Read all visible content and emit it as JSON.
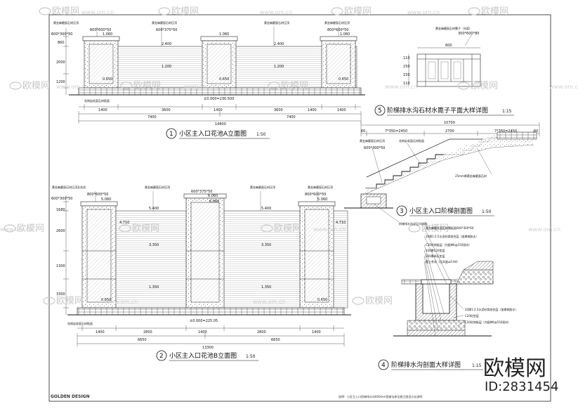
{
  "watermark": {
    "logo_text": "欧模网",
    "url": "www.om.cn",
    "brand": "欧模网",
    "id_label": "ID:2831454"
  },
  "footer": {
    "brand": "GOLDEN DESIGN",
    "note": "说明：小区主入口阶梯排水沟600mm宽做法参见施工图设计总说明"
  },
  "drawings": [
    {
      "num": "1",
      "title": "小区主入口花池A立面图",
      "scale": "1:50"
    },
    {
      "num": "2",
      "title": "小区主入口花池B立面图",
      "scale": "1:50"
    },
    {
      "num": "3",
      "title": "小区主入口阶梯剖面图",
      "scale": "1:50"
    },
    {
      "num": "4",
      "title": "阶梯排水沟剖面大样详图",
      "scale": "1:15"
    },
    {
      "num": "5",
      "title": "阶梯排水沟石材水篦子平面大样详图",
      "scale": "1:15"
    }
  ],
  "elevation_a": {
    "top_notes": [
      "黄金麻磨面石材压顶",
      "黄金麻磨面石材压顶",
      "黄金麻磨面石材压顶",
      "黄金麻磨面石材压顶"
    ],
    "cap_sizes": [
      "800*600*50",
      "600*375*50",
      "800*600*50"
    ],
    "levels": [
      "1.060",
      "1.060",
      "1.060",
      "2.400",
      "2.400",
      "1.200",
      "1.200",
      "0.650",
      "0.650",
      "0.650"
    ],
    "base_level": "±0.000=230.500",
    "left_dims": [
      "600*300*50",
      "860",
      "2000",
      "1200"
    ],
    "bottom_dims": [
      "1400",
      "3600",
      "1400",
      "3600",
      "1400",
      "1400"
    ],
    "half_totals": [
      "7400",
      "7400"
    ],
    "total": "14800",
    "side_note": "花岗岩毛面石材贴面"
  },
  "elevation_b": {
    "top_notes": [
      "黄金麻磨面石材压顶及花池",
      "黄金麻磨面石材压顶",
      "黄金麻磨面石材压顶",
      "黄金麻磨面石材压顶"
    ],
    "cap_sizes": [
      "800*600*50",
      "600*375*50",
      "800*600*50"
    ],
    "levels": [
      "5.060",
      "6.060",
      "6.060",
      "5.060",
      "5.400",
      "5.400",
      "4.710",
      "4.710",
      "3.350",
      "3.350",
      "1.350",
      "1.350",
      "0.650",
      "0.650"
    ],
    "base_level": "±0.000=225.05",
    "left_dims": [
      "600*300*50",
      "1680",
      "2600",
      "1300",
      "3300"
    ],
    "bottom_dims": [
      "1400",
      "2800",
      "1400",
      "2800",
      "1400"
    ],
    "half_totals": [
      "6650",
      "6650"
    ],
    "total": "13300",
    "side_note": "花岗岩毛面石材贴面"
  },
  "plan_detail": {
    "cap_note": "黄金麻磨面石材篦子（光面）",
    "cap_size": "300*600*80",
    "dims": [
      "600",
      "110",
      "150",
      "150",
      "110"
    ]
  },
  "stair_section": {
    "total": "10700",
    "dims": [
      "60",
      "7*350=2450",
      "2700",
      "7*350=2450",
      "60"
    ],
    "cap_size": "600*300*50",
    "notes": [
      "黄金麻磨面石材压顶",
      "花岗岩毛面石材贴面",
      "25mm厚黄金麻磨面石材",
      "阶梯排水沟详见大样图"
    ]
  },
  "drain_section": {
    "top_notes": [
      "黄金麻磨光面石材篦板面600*300*60",
      "20厚1:2.5水泥砂浆结合层（加建筑胶水）",
      "C20砼地板层（内配Φ6@150双向）",
      "100厚C20垫层",
      "100厚碎石垫层",
      "素土夯实（压实度≥0.94）"
    ],
    "bottom_notes": [
      "20厚1:2.5水泥砂浆结合层（加建筑胶水）",
      "C20砼垫层",
      "C20砼地板层（内配Φ6@150双向）"
    ]
  }
}
